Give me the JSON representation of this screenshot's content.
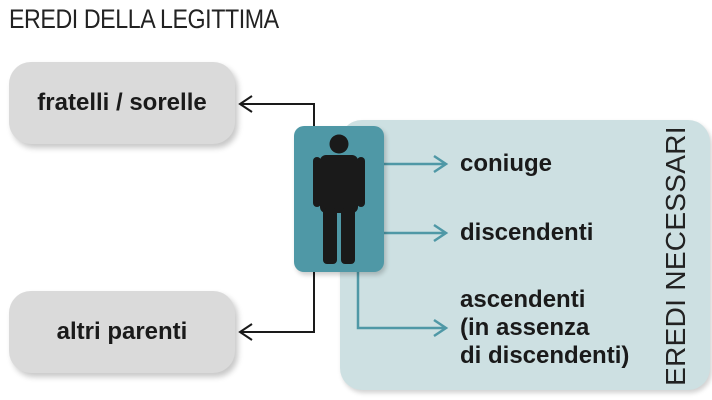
{
  "title": "EREDI DELLA LEGITTIMA",
  "side_boxes": {
    "siblings": "fratelli / sorelle",
    "relatives": "altri parenti"
  },
  "heirs": {
    "spouse": "coniuge",
    "descendants": "discendenti",
    "ascendants": [
      "ascendenti",
      "(in assenza",
      "di discendenti)"
    ]
  },
  "group_label": "EREDI NECESSARI",
  "colors": {
    "teal_panel": "#cde0e2",
    "person_box": "#4f98a6",
    "person_figure": "#1a1a1a",
    "teal_arrow": "#4f98a6",
    "black_arrow": "#1a1a1a",
    "grey_box": "#dadada"
  },
  "icons": {
    "person": "person-silhouette-icon"
  }
}
